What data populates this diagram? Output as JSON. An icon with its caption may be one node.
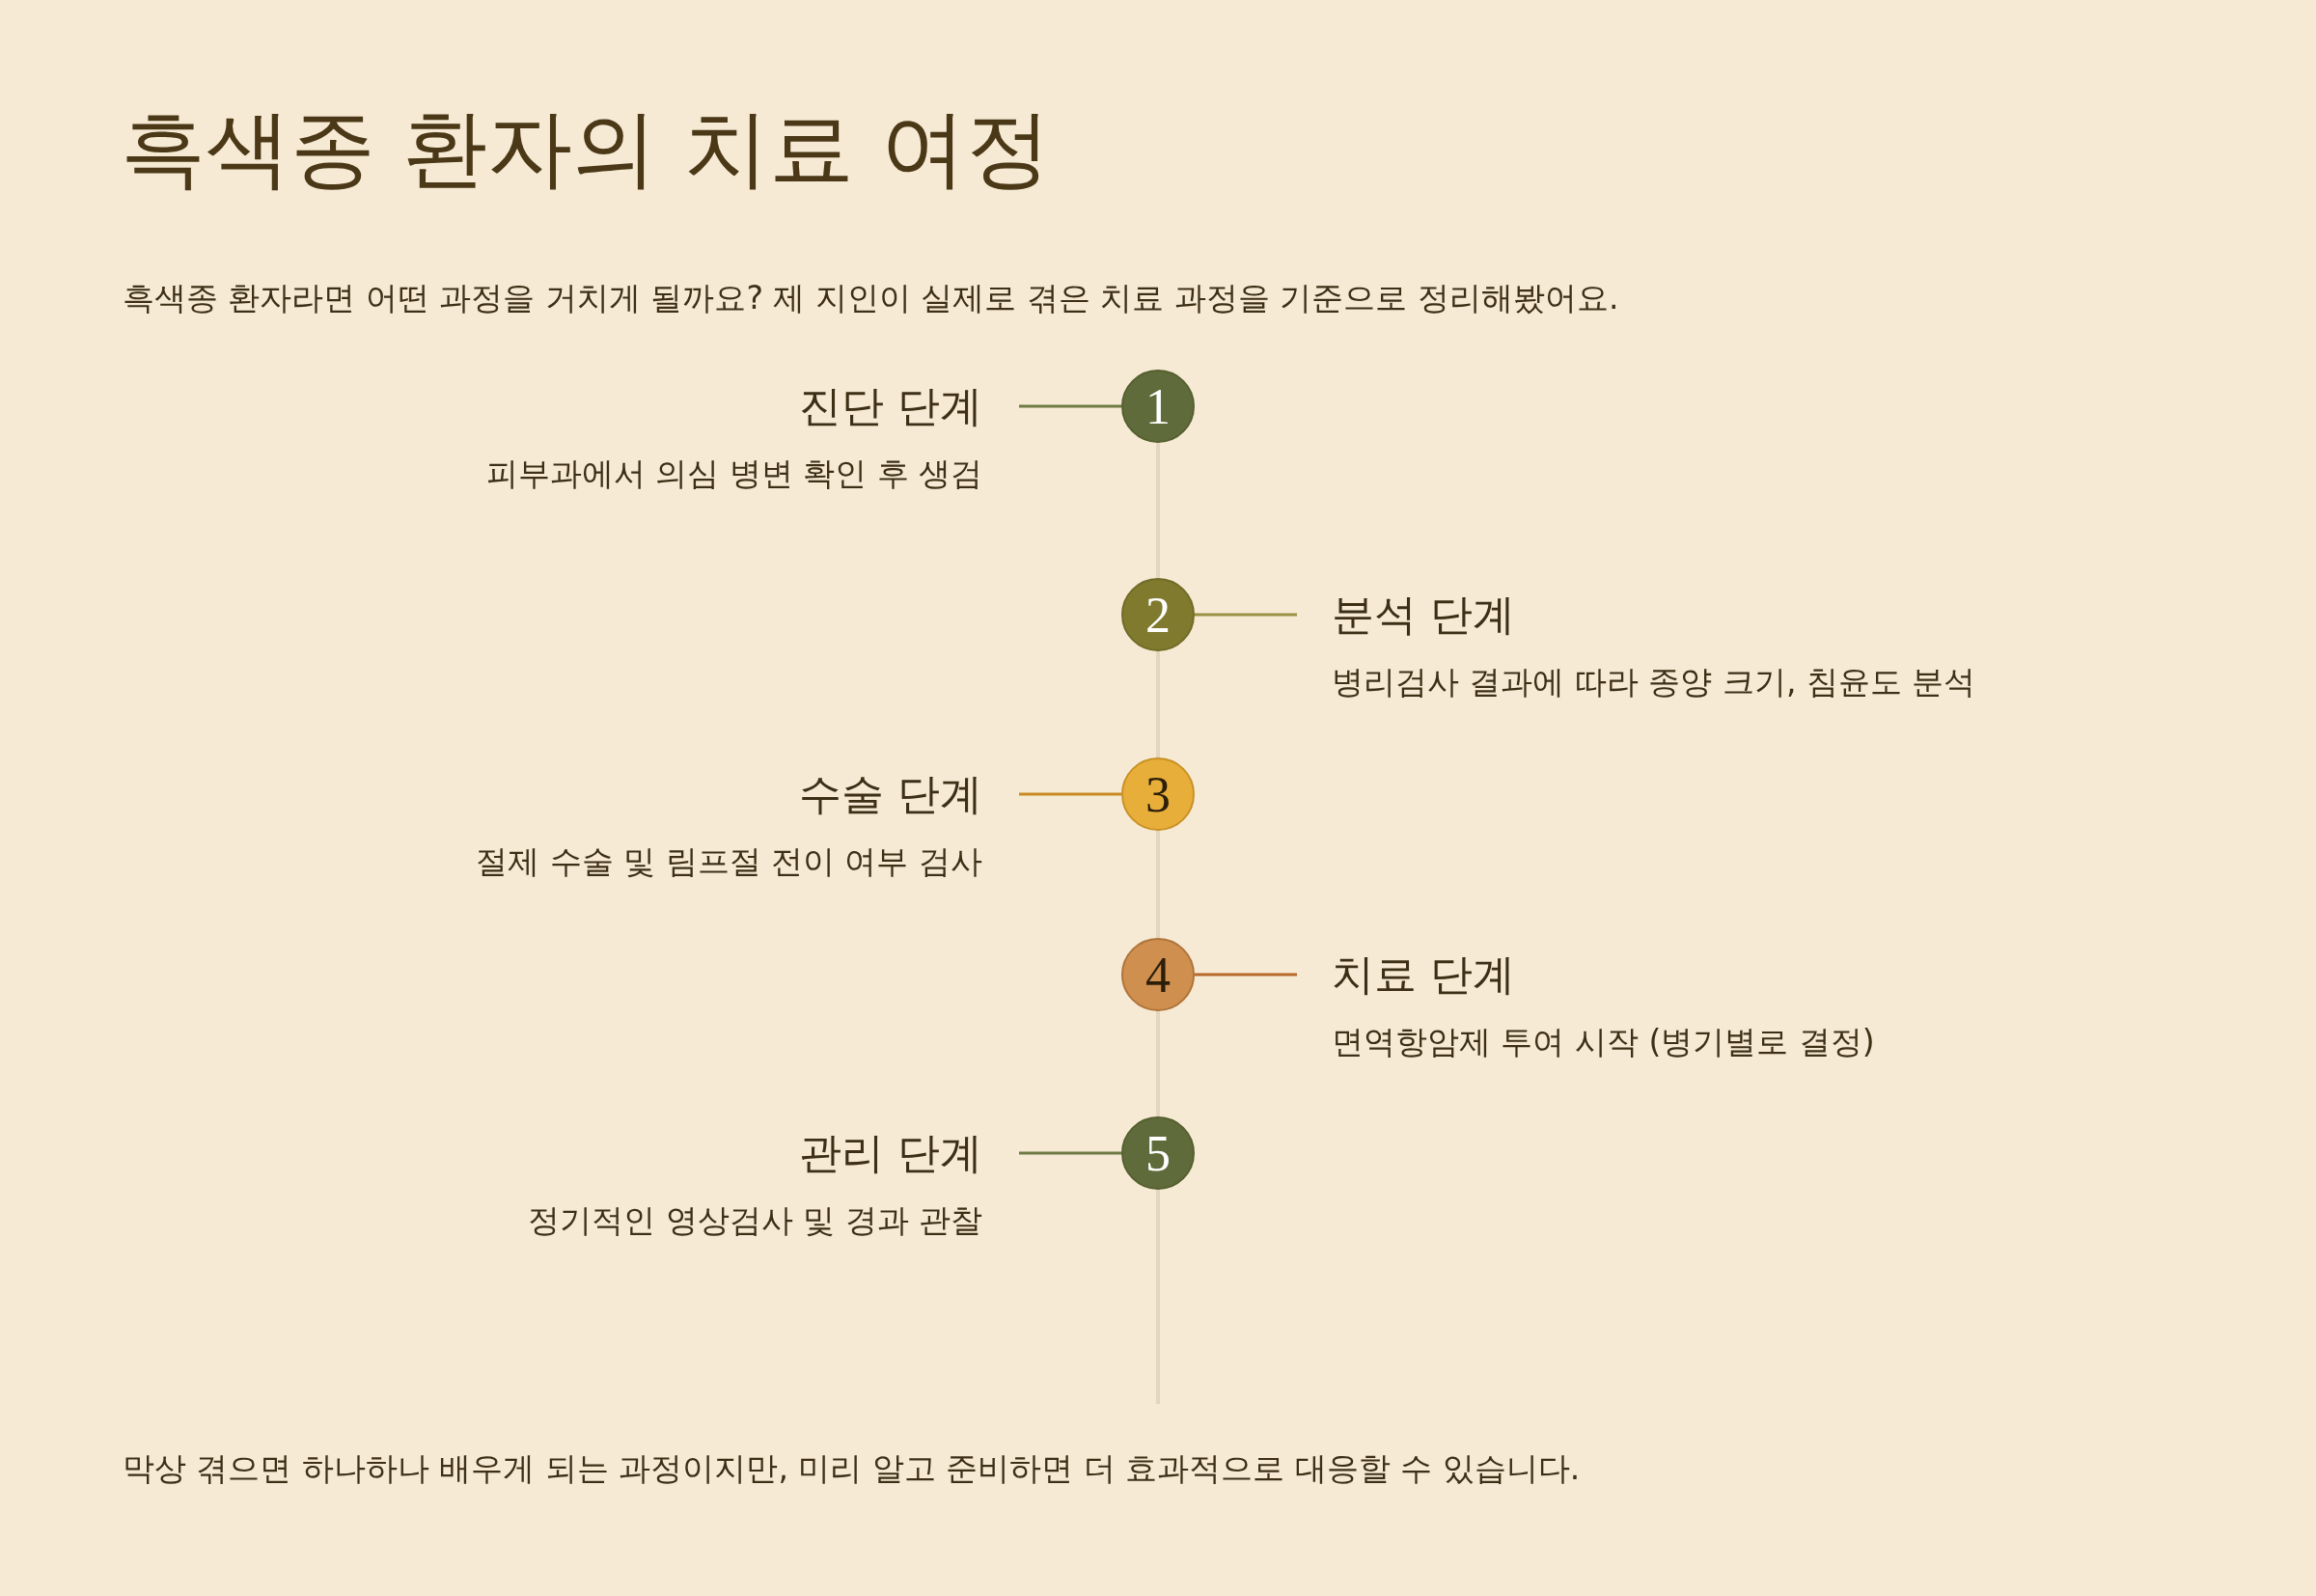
{
  "diagram": {
    "title": "흑색종 환자의 치료 여정",
    "nodes": [
      {
        "text": [
          "1"
        ]
      },
      {
        "text": [
          "진단 단계",
          "피부과에서 의심 병변 확인 후 생검"
        ]
      },
      {
        "text": [
          "2"
        ]
      },
      {
        "text": [
          "분석 단계",
          "병리검사 결과에 따라 종양 크기, 침윤도 분석"
        ]
      },
      {
        "text": [
          "3"
        ]
      },
      {
        "text": [
          "수술 단계",
          "절제 수술 및 림프절 전이 여부 검사"
        ]
      },
      {
        "text": [
          "4"
        ]
      },
      {
        "text": [
          "치료 단계",
          "면역항암제 투여 시작 (병기별로 결정)"
        ]
      },
      {
        "text": [
          "5"
        ]
      },
      {
        "text": [
          "관리 단계",
          "정기적인 영상검사 및 경과 관찰"
        ]
      }
    ],
    "edges": [
      {
        "from": 0,
        "to": 1,
        "arrow": "none",
        "color": "#6f7b45"
      },
      {
        "from": 2,
        "to": 3,
        "arrow": "none",
        "color": "#9a9042"
      },
      {
        "from": 4,
        "to": 5,
        "arrow": "none",
        "color": "#c98a22"
      },
      {
        "from": 6,
        "to": 7,
        "arrow": "none",
        "color": "#b8692a"
      },
      {
        "from": 8,
        "to": 9,
        "arrow": "none",
        "color": "#6f7b45"
      }
    ],
    "labels": [
      "흑색종 환자라면 어떤 과정을 거치게 될까요? 제 지인이 실제로 겪은 치료 과정을 기준으로 정리해봤어요.",
      "막상 겪으면 하나하나 배우게 되는 과정이지만, 미리 알고 준비하면 더 효과적으로 대응할 수 있습니다."
    ]
  }
}
